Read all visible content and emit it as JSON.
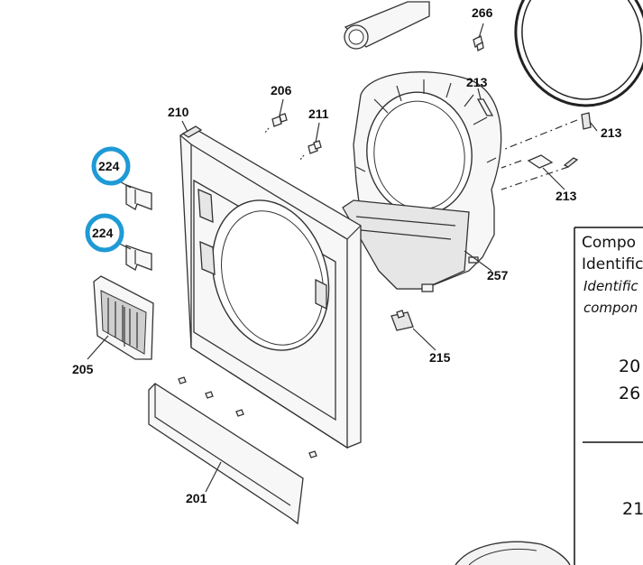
{
  "labels": {
    "p266": "266",
    "p213a": "213",
    "p213b": "213",
    "p213c": "213",
    "p206": "206",
    "p211": "211",
    "p210": "210",
    "p224a": "224",
    "p224b": "224",
    "p257": "257",
    "p205": "205",
    "p215": "215",
    "p201": "201"
  },
  "table": {
    "line1": "Compo",
    "line2": "Identific",
    "line3": "Identific",
    "line4": "compon",
    "row1": "20",
    "row2": "26",
    "row3": "21"
  },
  "colors": {
    "highlight": "#1e9ad6",
    "line": "#333333"
  }
}
